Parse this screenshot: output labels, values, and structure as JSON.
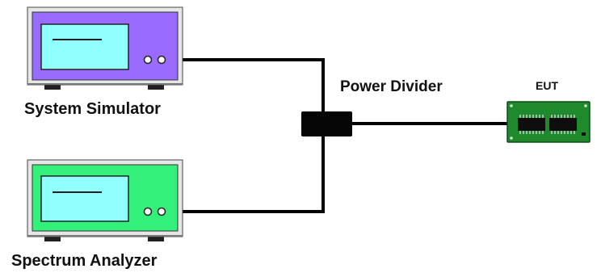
{
  "diagram": {
    "instruments": {
      "system_simulator": {
        "label": "System Simulator",
        "body_color": "#9a6bff",
        "screen_color": "#92ffff"
      },
      "spectrum_analyzer": {
        "label": "Spectrum Analyzer",
        "body_color": "#33f07a",
        "screen_color": "#92ffff"
      }
    },
    "splitter": {
      "label": "Power Divider"
    },
    "eut": {
      "label": "EUT",
      "board_color": "#1f8a2c"
    },
    "cable_color": "#000000"
  }
}
